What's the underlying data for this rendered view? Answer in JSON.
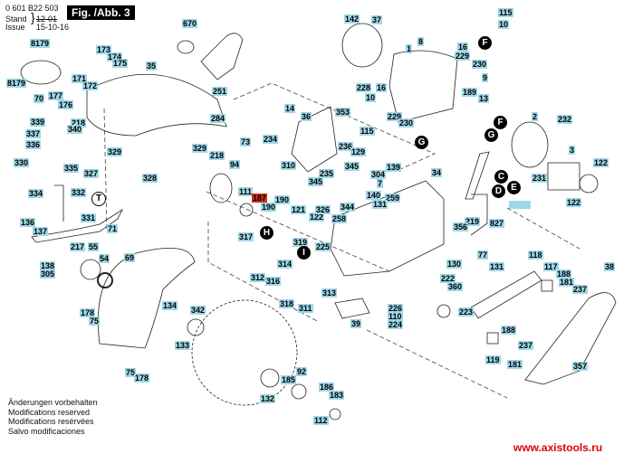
{
  "header": {
    "doc_number": "0 601 B22 503",
    "stand_label": "Stand",
    "issue_label": "Issue",
    "stand_value": "12-01",
    "issue_value": "15-10-16",
    "figure_label": "Fig. /Abb. 3"
  },
  "parts": [
    {
      "id": "p8179a",
      "label": "8179"
    },
    {
      "id": "p8179b",
      "label": "8179"
    },
    {
      "id": "p70",
      "label": "70"
    },
    {
      "id": "p173",
      "label": "173"
    },
    {
      "id": "p174",
      "label": "174"
    },
    {
      "id": "p175",
      "label": "175"
    },
    {
      "id": "p35",
      "label": "35"
    },
    {
      "id": "p171",
      "label": "171"
    },
    {
      "id": "p172",
      "label": "172"
    },
    {
      "id": "p177",
      "label": "177"
    },
    {
      "id": "p176",
      "label": "176"
    },
    {
      "id": "p218a",
      "label": "218"
    },
    {
      "id": "p339",
      "label": "339"
    },
    {
      "id": "p337",
      "label": "337"
    },
    {
      "id": "p340",
      "label": "340"
    },
    {
      "id": "p336",
      "label": "336"
    },
    {
      "id": "p329a",
      "label": "329"
    },
    {
      "id": "p330",
      "label": "330"
    },
    {
      "id": "p335",
      "label": "335"
    },
    {
      "id": "p327",
      "label": "327"
    },
    {
      "id": "p328",
      "label": "328"
    },
    {
      "id": "p334",
      "label": "334"
    },
    {
      "id": "p332",
      "label": "332"
    },
    {
      "id": "p331",
      "label": "331"
    },
    {
      "id": "p136",
      "label": "136"
    },
    {
      "id": "p137",
      "label": "137"
    },
    {
      "id": "p71",
      "label": "71"
    },
    {
      "id": "p217",
      "label": "217"
    },
    {
      "id": "p55",
      "label": "55"
    },
    {
      "id": "p54",
      "label": "54"
    },
    {
      "id": "p138",
      "label": "138"
    },
    {
      "id": "p305",
      "label": "305"
    },
    {
      "id": "p69",
      "label": "69"
    },
    {
      "id": "p178a",
      "label": "178"
    },
    {
      "id": "p75a",
      "label": "75"
    },
    {
      "id": "p75b",
      "label": "75"
    },
    {
      "id": "p178b",
      "label": "178"
    },
    {
      "id": "p134",
      "label": "134"
    },
    {
      "id": "p342",
      "label": "342"
    },
    {
      "id": "p133",
      "label": "133"
    },
    {
      "id": "p670",
      "label": "670"
    },
    {
      "id": "p251",
      "label": "251"
    },
    {
      "id": "p284",
      "label": "284"
    },
    {
      "id": "p73",
      "label": "73"
    },
    {
      "id": "p14",
      "label": "14"
    },
    {
      "id": "p234",
      "label": "234"
    },
    {
      "id": "p36",
      "label": "36"
    },
    {
      "id": "p310",
      "label": "310"
    },
    {
      "id": "p329b",
      "label": "329"
    },
    {
      "id": "p218b",
      "label": "218"
    },
    {
      "id": "p94",
      "label": "94"
    },
    {
      "id": "p111",
      "label": "111"
    },
    {
      "id": "p187",
      "label": "187",
      "highlight": true
    },
    {
      "id": "p190a",
      "label": "190"
    },
    {
      "id": "p190b",
      "label": "190"
    },
    {
      "id": "p121",
      "label": "121"
    },
    {
      "id": "p122a",
      "label": "122"
    },
    {
      "id": "p326",
      "label": "326"
    },
    {
      "id": "p225",
      "label": "225"
    },
    {
      "id": "p319",
      "label": "319"
    },
    {
      "id": "p317",
      "label": "317"
    },
    {
      "id": "p312",
      "label": "312"
    },
    {
      "id": "p316",
      "label": "316"
    },
    {
      "id": "p314",
      "label": "314"
    },
    {
      "id": "p318",
      "label": "318"
    },
    {
      "id": "p311",
      "label": "311"
    },
    {
      "id": "p132",
      "label": "132"
    },
    {
      "id": "p185",
      "label": "185"
    },
    {
      "id": "p92",
      "label": "92"
    },
    {
      "id": "p186",
      "label": "186"
    },
    {
      "id": "p183",
      "label": "183"
    },
    {
      "id": "p112",
      "label": "112"
    },
    {
      "id": "p142",
      "label": "142"
    },
    {
      "id": "p37",
      "label": "37"
    },
    {
      "id": "p1",
      "label": "1"
    },
    {
      "id": "p8",
      "label": "8"
    },
    {
      "id": "p16a",
      "label": "16"
    },
    {
      "id": "p229a",
      "label": "229"
    },
    {
      "id": "p230a",
      "label": "230"
    },
    {
      "id": "p9",
      "label": "9"
    },
    {
      "id": "p228",
      "label": "228"
    },
    {
      "id": "p16b",
      "label": "16"
    },
    {
      "id": "p10a",
      "label": "10"
    },
    {
      "id": "p189",
      "label": "189"
    },
    {
      "id": "p13",
      "label": "13"
    },
    {
      "id": "p115a",
      "label": "115"
    },
    {
      "id": "p10b",
      "label": "10"
    },
    {
      "id": "p353",
      "label": "353"
    },
    {
      "id": "p229b",
      "label": "229"
    },
    {
      "id": "p230b",
      "label": "230"
    },
    {
      "id": "p115b",
      "label": "115"
    },
    {
      "id": "p236",
      "label": "236"
    },
    {
      "id": "p129",
      "label": "129"
    },
    {
      "id": "p235",
      "label": "235"
    },
    {
      "id": "p345a",
      "label": "345"
    },
    {
      "id": "p345b",
      "label": "345"
    },
    {
      "id": "p139",
      "label": "139"
    },
    {
      "id": "p304",
      "label": "304"
    },
    {
      "id": "p7",
      "label": "7"
    },
    {
      "id": "p140",
      "label": "140"
    },
    {
      "id": "p259",
      "label": "259"
    },
    {
      "id": "p344",
      "label": "344"
    },
    {
      "id": "p131a",
      "label": "131"
    },
    {
      "id": "p258",
      "label": "258"
    },
    {
      "id": "p34",
      "label": "34"
    },
    {
      "id": "p219",
      "label": "219"
    },
    {
      "id": "p827",
      "label": "827"
    },
    {
      "id": "p356",
      "label": "356"
    },
    {
      "id": "p77",
      "label": "77"
    },
    {
      "id": "p130",
      "label": "130"
    },
    {
      "id": "p131b",
      "label": "131"
    },
    {
      "id": "p222",
      "label": "222"
    },
    {
      "id": "p360",
      "label": "360"
    },
    {
      "id": "p313",
      "label": "313"
    },
    {
      "id": "p226",
      "label": "226"
    },
    {
      "id": "p110",
      "label": "110"
    },
    {
      "id": "p224",
      "label": "224"
    },
    {
      "id": "p39",
      "label": "39"
    },
    {
      "id": "p223",
      "label": "223"
    },
    {
      "id": "p2",
      "label": "2"
    },
    {
      "id": "p232",
      "label": "232"
    },
    {
      "id": "p3",
      "label": "3"
    },
    {
      "id": "p122b",
      "label": "122"
    },
    {
      "id": "p122c",
      "label": "122"
    },
    {
      "id": "p231",
      "label": "231"
    },
    {
      "id": "p118",
      "label": "118"
    },
    {
      "id": "p117",
      "label": "117"
    },
    {
      "id": "p188a",
      "label": "188"
    },
    {
      "id": "p181a",
      "label": "181"
    },
    {
      "id": "p237a",
      "label": "237"
    },
    {
      "id": "p38",
      "label": "38"
    },
    {
      "id": "p188b",
      "label": "188"
    },
    {
      "id": "p237b",
      "label": "237"
    },
    {
      "id": "p119",
      "label": "119"
    },
    {
      "id": "p181b",
      "label": "181"
    },
    {
      "id": "p357",
      "label": "357"
    }
  ],
  "markers": [
    "F",
    "F",
    "G",
    "G",
    "C",
    "D",
    "E",
    "H",
    "I",
    "T"
  ],
  "footer": {
    "notes": [
      "Änderungen vorbehalten",
      "Modifications reserved",
      "Modifications resérvées",
      "Salvo modificaciones"
    ],
    "website": "www.axistools.ru"
  },
  "colors": {
    "label_bg": "#9fd8e8",
    "highlight_bg": "#d03020",
    "website": "#e00000"
  }
}
